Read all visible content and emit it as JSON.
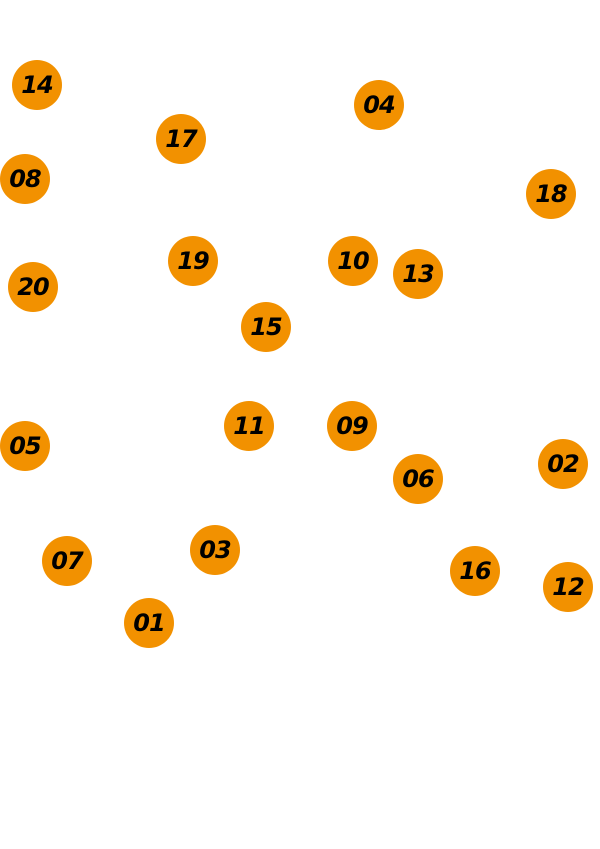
{
  "game": {
    "dot_color": "#f29100",
    "label_color": "#000000",
    "background": "#ffffff",
    "dots": [
      {
        "label": "01"
      },
      {
        "label": "02"
      },
      {
        "label": "03"
      },
      {
        "label": "04"
      },
      {
        "label": "05"
      },
      {
        "label": "06"
      },
      {
        "label": "07"
      },
      {
        "label": "08"
      },
      {
        "label": "09"
      },
      {
        "label": "10"
      },
      {
        "label": "11"
      },
      {
        "label": "12"
      },
      {
        "label": "13"
      },
      {
        "label": "14"
      },
      {
        "label": "15"
      },
      {
        "label": "16"
      },
      {
        "label": "17"
      },
      {
        "label": "18"
      },
      {
        "label": "19"
      },
      {
        "label": "20"
      }
    ]
  }
}
